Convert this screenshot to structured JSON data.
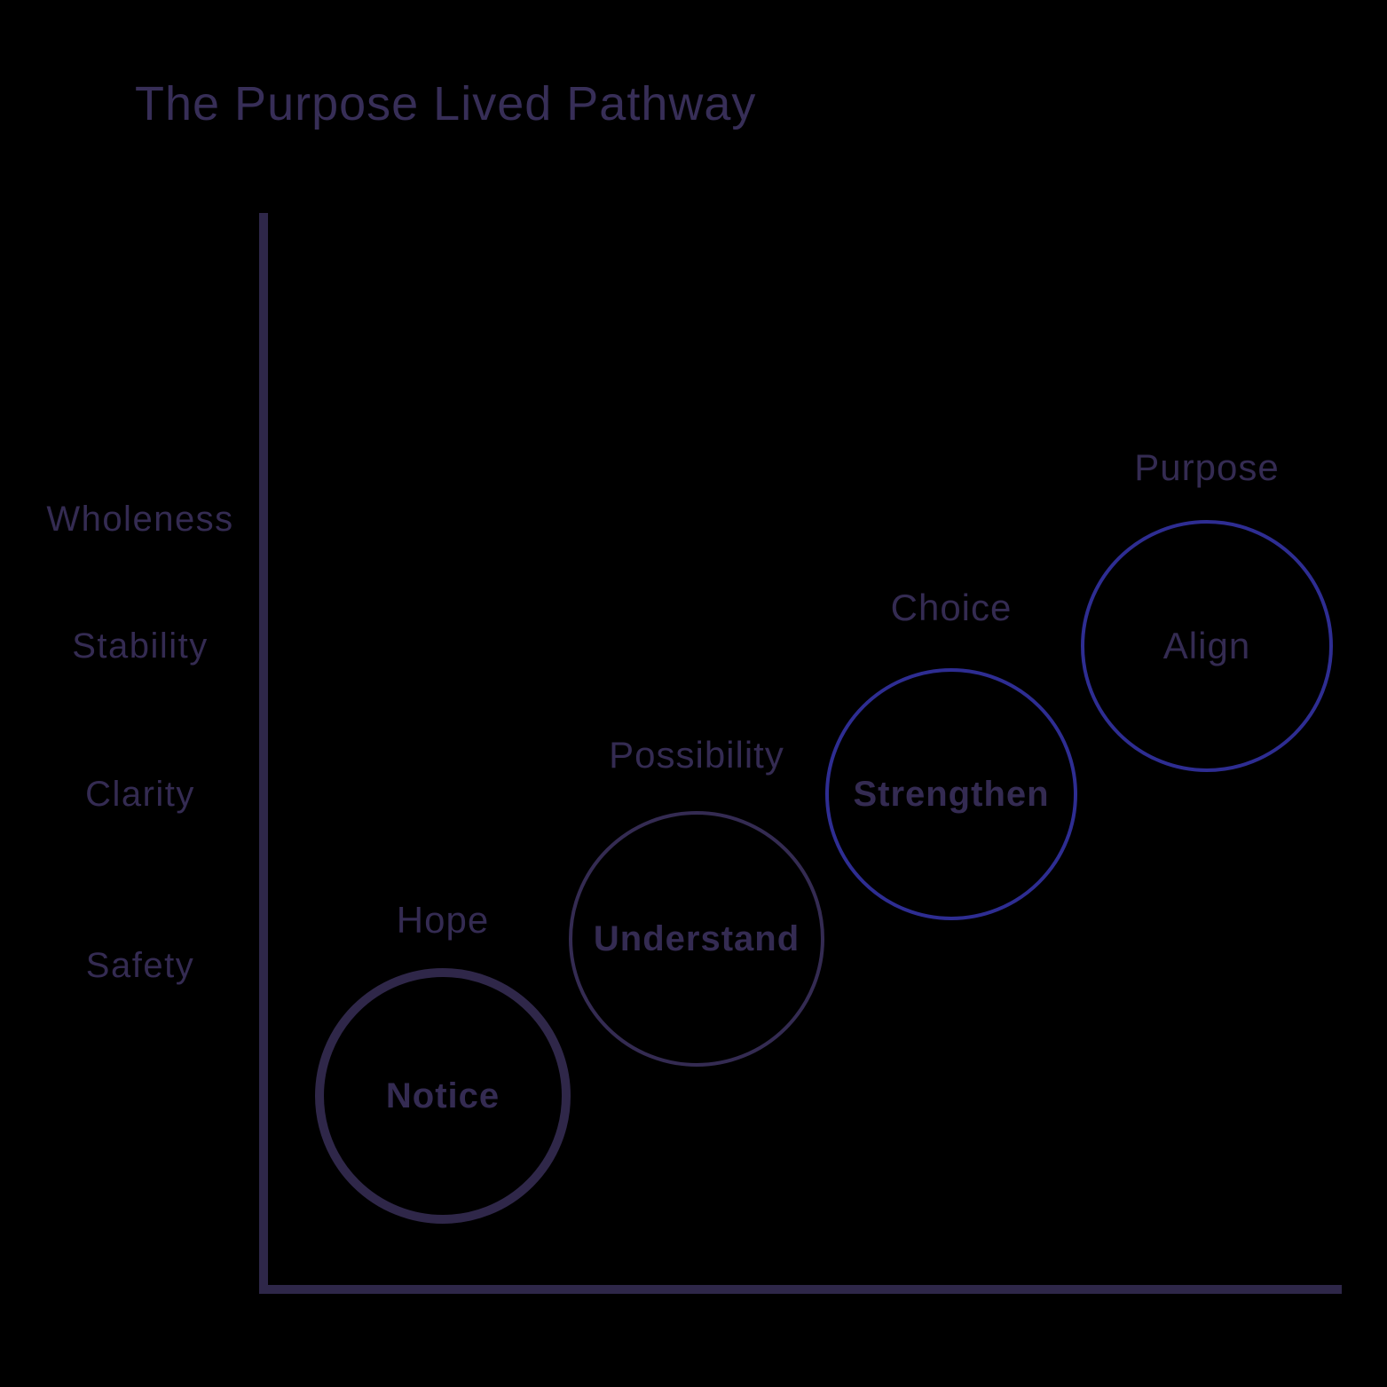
{
  "title": "The Purpose Lived Pathway",
  "colors": {
    "background": "#000000",
    "ink_purple": "#342b52",
    "axis_line": "#2e2749",
    "dark_circle_stroke": "#2f2749",
    "blue_circle_stroke": "#2e2d92"
  },
  "y_axis": {
    "labels": [
      "Wholeness",
      "Stability",
      "Clarity",
      "Safety"
    ]
  },
  "stages": [
    {
      "quality": "Hope",
      "action": "Notice"
    },
    {
      "quality": "Possibility",
      "action": "Understand"
    },
    {
      "quality": "Choice",
      "action": "Strengthen"
    },
    {
      "quality": "Purpose",
      "action": "Align"
    }
  ]
}
